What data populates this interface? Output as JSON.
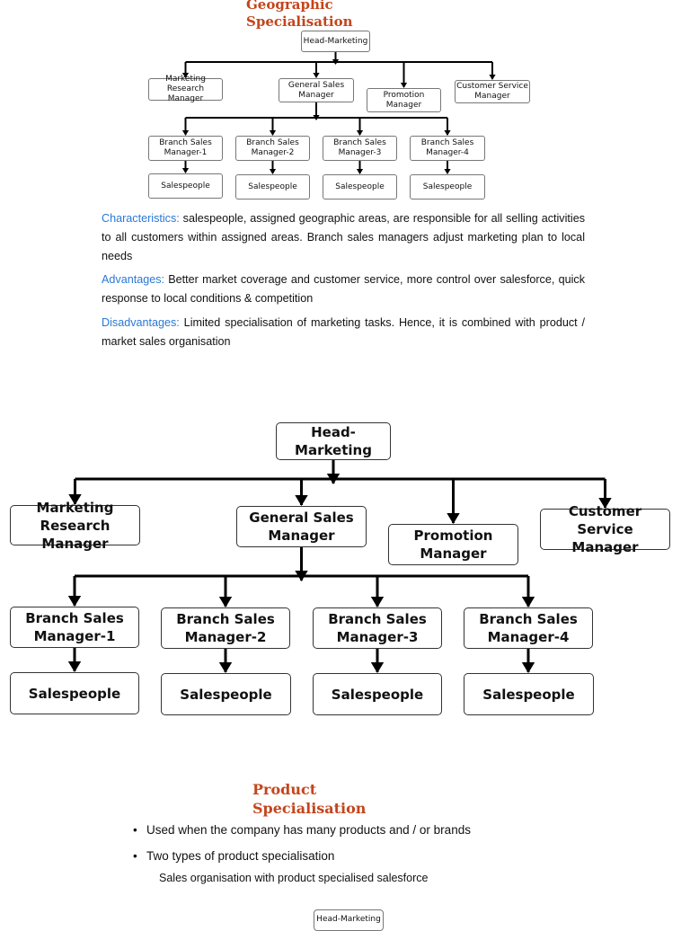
{
  "geographic": {
    "title_line1": "Geographic",
    "title_line2": "Specialisation",
    "characteristics_label": "Characteristics:",
    "characteristics_text": " salespeople, assigned geographic areas, are responsible for all selling activities to all customers within  assigned areas. Branch sales managers adjust marketing plan to local needs",
    "advantages_label": "Advantages:",
    "advantages_text": " Better market coverage and customer service, more control over salesforce, quick response to local conditions & competition",
    "disadvantages_label": "Disadvantages:",
    "disadvantages_text": " Limited specialisation of marketing tasks. Hence, it is combined with product / market sales organisation"
  },
  "org_chart": {
    "head": "Head-Marketing",
    "level2": [
      "Marketing Research\nManager",
      "General Sales\nManager",
      "Promotion\nManager",
      "Customer Service\nManager"
    ],
    "branches": [
      "Branch Sales\nManager-1",
      "Branch Sales\nManager-2",
      "Branch Sales\nManager-3",
      "Branch Sales\nManager-4"
    ],
    "salespeople": [
      "Salespeople",
      "Salespeople",
      "Salespeople",
      "Salespeople"
    ]
  },
  "product": {
    "title_line1": "Product",
    "title_line2": "Specialisation",
    "bullets": [
      "Used when the company has many products and / or brands",
      "Two types of product specialisation"
    ],
    "sub_item": "Sales organisation with product specialised salesforce",
    "partial_chart_head": "Head-Marketing"
  },
  "colors": {
    "title": "#c4451c",
    "label": "#2a78d6"
  }
}
